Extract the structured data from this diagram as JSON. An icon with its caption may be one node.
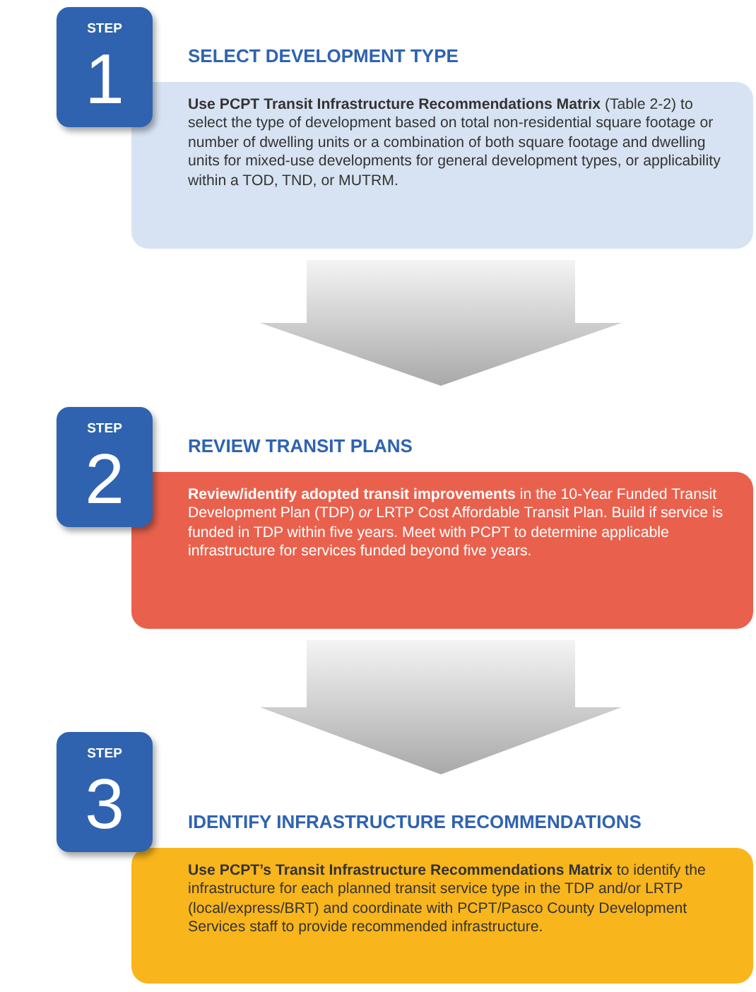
{
  "diagram": {
    "nodes": [
      {
        "text": [
          "STEP",
          "1"
        ]
      },
      {
        "text": [
          "SELECT DEVELOPMENT TYPE",
          "**Use PCPT Transit Infrastructure Recommendations Matrix** (Table 2-2) to select the type of development based on total non-residential square footage or number of dwelling units or a combination of both square footage and dwelling units for mixed-use developments for general development types, or applicability within a TOD, TND, or MUTRM."
        ]
      },
      {
        "text": [
          "STEP",
          "2"
        ]
      },
      {
        "text": [
          "REVIEW TRANSIT PLANS",
          "**Review/identify adopted transit improvements** in the 10-Year Funded Transit Development Plan (TDP) *or* LRTP Cost Affordable Transit Plan. Build if service is funded in TDP  within five years. Meet with PCPT to determine applicable infrastructure for services funded beyond five years."
        ]
      },
      {
        "text": [
          "STEP",
          "3"
        ]
      },
      {
        "text": [
          "IDENTIFY INFRASTRUCTURE RECOMMENDATIONS",
          "**Use PCPT’s Transit Infrastructure Recommendations Matrix** to identify the infrastructure for each planned transit service type in the TDP and/or LRTP (local/express/BRT) and coordinate with PCPT/Pasco County Development Services staff to provide recommended infrastructure."
        ]
      }
    ],
    "edges": [
      {
        "from": 1,
        "to": 3,
        "arrow": "to"
      },
      {
        "from": 3,
        "to": 5,
        "arrow": "to"
      }
    ]
  }
}
